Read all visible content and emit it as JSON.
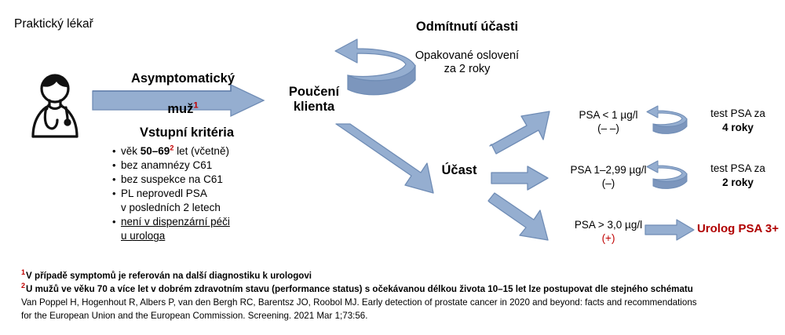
{
  "figure": {
    "gp_label": "Praktický lékař",
    "doctor_icon": "doctor-stethoscope-icon"
  },
  "flow": {
    "asymptomatic": {
      "line1": "Asymptomatický",
      "line2": "muž",
      "footnote_mark": "1"
    },
    "criteria": {
      "title": "Vstupní kritéria",
      "items": [
        {
          "pre": "věk ",
          "bold": "50–69",
          "mark": "2",
          "post": " let (včetně)",
          "underline": false
        },
        {
          "pre": "bez anamnézy C61",
          "bold": "",
          "mark": "",
          "post": "",
          "underline": false
        },
        {
          "pre": "bez suspekce na C61",
          "bold": "",
          "mark": "",
          "post": "",
          "underline": false
        },
        {
          "pre": "PL neprovedl PSA",
          "bold": "",
          "mark": "",
          "post": "",
          "line2": "v posledních 2 letech",
          "underline": false
        },
        {
          "pre": "není v dispenzární péči",
          "bold": "",
          "mark": "",
          "post": "",
          "line2": "u urologa",
          "underline": true
        }
      ],
      "bullet_glyph": "•"
    },
    "education_node": "Poučení\nklienta",
    "refusal": {
      "title": "Odmítnutí účasti",
      "subtitle": "Opakované oslovení\nza 2 roky"
    },
    "participation_node": "Účast"
  },
  "results": [
    {
      "value": "PSA < 1 µg/l",
      "sign": "(– –)",
      "outcome_line1": "test PSA za",
      "outcome_line2": "4 roky",
      "outcome_color": "#000000",
      "arrow": "loop-arrow"
    },
    {
      "value": "PSA 1–2,99 µg/l",
      "sign": "(–)",
      "outcome_line1": "test PSA za",
      "outcome_line2": "2 roky",
      "outcome_color": "#000000",
      "arrow": "loop-arrow"
    },
    {
      "value": "PSA > 3,0 µg/l",
      "sign": "(+)",
      "sign_color": "#c00000",
      "outcome_line1": "Urolog PSA 3+",
      "outcome_line2": "",
      "outcome_color": "#b00000",
      "arrow": "straight-arrow"
    }
  ],
  "footnotes": {
    "note1_mark": "1",
    "note1": "V případě symptomů je referován na další diagnostiku k urologovi",
    "note2_mark": "2",
    "note2": "U mužů ve věku 70 a více let v dobrém zdravotním stavu (performance status) s očekávanou délkou života 10–15 let lze postupovat dle stejného schématu",
    "citation_line1": "Van Poppel H, Hogenhout R, Albers P, van den Bergh RC, Barentsz JO, Roobol MJ. Early detection of prostate cancer in 2020 and beyond: facts and recommendations",
    "citation_line2": "for the European Union and the European Commission. Screening. 2021 Mar 1;73:56."
  },
  "colors": {
    "arrow_fill": "#95aed0",
    "arrow_stroke": "#6f8cb5",
    "arrow_dark": "#7c96bd",
    "accent_red": "#c00000",
    "urolog_red": "#b00000"
  }
}
